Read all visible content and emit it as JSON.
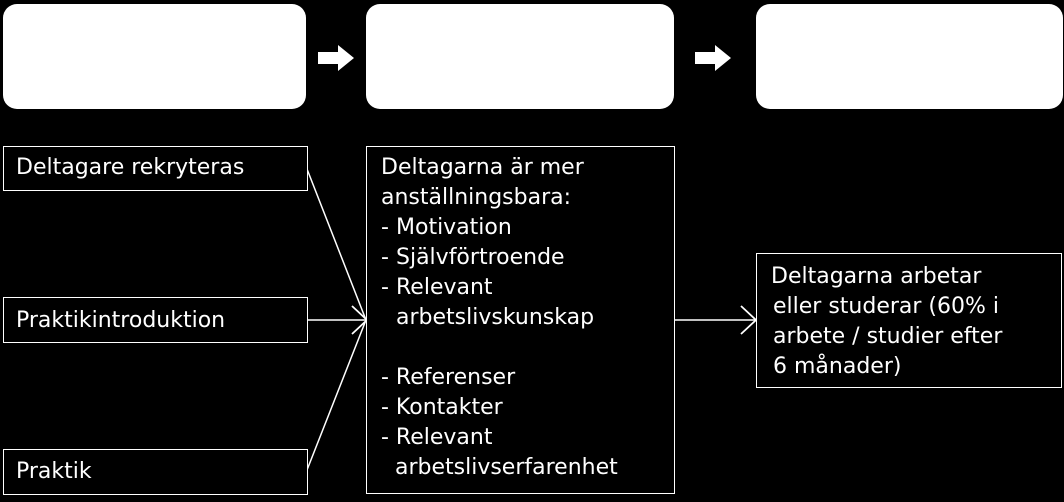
{
  "inputs": [
    {
      "label": "Deltagare rekryteras"
    },
    {
      "label": "Praktikintroduktion"
    },
    {
      "label": "Praktik"
    }
  ],
  "middle": {
    "heading_lines": [
      "Deltagarna är mer",
      "anställningsbara:"
    ],
    "list_a": [
      [
        "-",
        "Motivation"
      ],
      [
        "-",
        "Självförtroende"
      ],
      [
        "-",
        "Relevant"
      ],
      [
        "",
        "arbetslivskunskap"
      ]
    ],
    "list_b": [
      "- Referenser",
      "- Kontakter",
      "- Relevant",
      "  arbetslivserfarenhet"
    ]
  },
  "outcome": {
    "lines": [
      "Deltagarna arbetar",
      "eller studerar (60% i",
      "arbete / studier efter",
      "6 månader)"
    ]
  },
  "colors": {
    "background": "#000000",
    "foreground": "#ffffff"
  }
}
